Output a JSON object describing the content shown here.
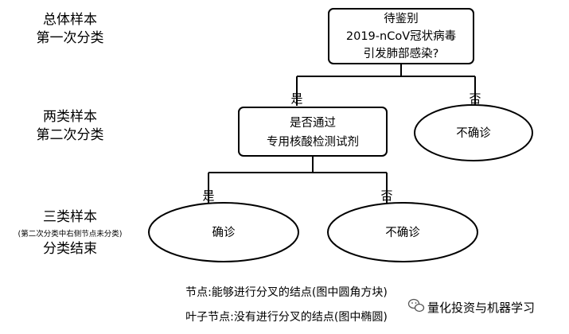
{
  "levels": [
    {
      "lines": [
        "总体样本",
        "第一次分类"
      ]
    },
    {
      "lines": [
        "两类样本",
        "第二次分类"
      ]
    },
    {
      "lines": [
        "三类样本",
        "(第二次分类中右侧节点未分类)",
        "分类结束"
      ]
    }
  ],
  "nodes": {
    "root": {
      "lines": [
        "待鉴别",
        "2019-nCoV冠状病毒",
        "引发肺部感染?"
      ]
    },
    "test": {
      "lines": [
        "是否通过",
        "专用核酸检测试剂"
      ]
    },
    "leaf_right": {
      "label": "不确诊"
    },
    "leaf_confirmed": {
      "label": "确诊"
    },
    "leaf_negative": {
      "label": "不确诊"
    }
  },
  "branches": {
    "root_yes": "是",
    "root_no": "否",
    "test_yes": "是",
    "test_no": "否"
  },
  "legend": {
    "node": "节点:能够进行分叉的结点(图中圆角方块)",
    "leaf": "叶子节点:没有进行分叉的结点(图中椭圆)"
  },
  "watermark": {
    "text": "量化投资与机器学习",
    "icon": "wechat-icon"
  },
  "colors": {
    "stroke": "#000000",
    "background": "#ffffff"
  }
}
